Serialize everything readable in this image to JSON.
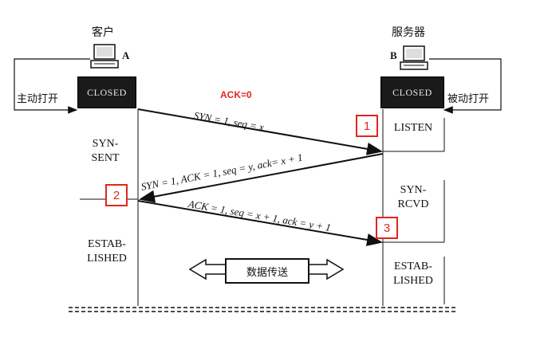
{
  "client": {
    "title": "客户",
    "host_letter": "A",
    "initial_state": "CLOSED",
    "open_label": "主动打开",
    "states": [
      "SYN-\nSENT",
      "ESTAB-\nLISHED"
    ]
  },
  "server": {
    "title": "服务器",
    "host_letter": "B",
    "initial_state": "CLOSED",
    "open_label": "被动打开",
    "states": [
      "LISTEN",
      "SYN-\nRCVD",
      "ESTAB-\nLISHED"
    ]
  },
  "annotation": "ACK=0",
  "messages": [
    "SYN = 1, seq = x",
    "SYN = 1, ACK = 1, seq = y, ack= x + 1",
    "ACK = 1, seq = x + 1, ack = y + 1"
  ],
  "markers": [
    "1",
    "2",
    "3"
  ],
  "data_transfer": "数据传送",
  "colors": {
    "marker": "#e1261c",
    "annotation": "#e1261c",
    "closed_box": "#1a1a1a"
  }
}
